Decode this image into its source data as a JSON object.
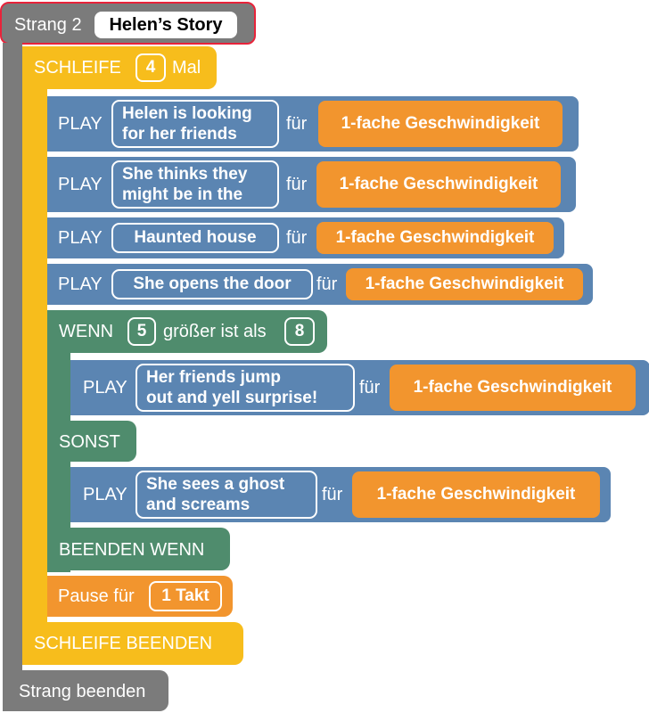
{
  "strand": {
    "label": "Strang 2",
    "name": "Helen’s Story",
    "end_label": "Strang beenden"
  },
  "loop": {
    "label": "SCHLEIFE",
    "count": "4",
    "unit": "Mal",
    "end_label": "SCHLEIFE BEENDEN"
  },
  "play_label": "PLAY",
  "for_label": "für",
  "speed_label": "1-fache Geschwindigkeit",
  "plays": [
    {
      "line1": "Helen is looking",
      "line2": "for her friends"
    },
    {
      "line1": "She thinks they",
      "line2": "might be in the"
    },
    {
      "line1": "Haunted house",
      "line2": ""
    },
    {
      "line1": "She opens the door",
      "line2": ""
    }
  ],
  "if_block": {
    "label": "WENN",
    "left": "5",
    "operator": "größer ist als",
    "right": "8",
    "else_label": "SONST",
    "end_label": "BEENDEN WENN",
    "then_play": {
      "line1": "Her friends jump",
      "line2": "out and yell surprise!"
    },
    "else_play": {
      "line1": "She sees a ghost",
      "line2": "and screams"
    }
  },
  "pause": {
    "label": "Pause für",
    "value": "1 Takt"
  },
  "colors": {
    "strand": "#7b7b7b",
    "loop": "#f7bd1c",
    "play": "#5b85b2",
    "condition": "#4f8c6d",
    "speed": "#f2952e",
    "highlight": "#e8233a"
  }
}
